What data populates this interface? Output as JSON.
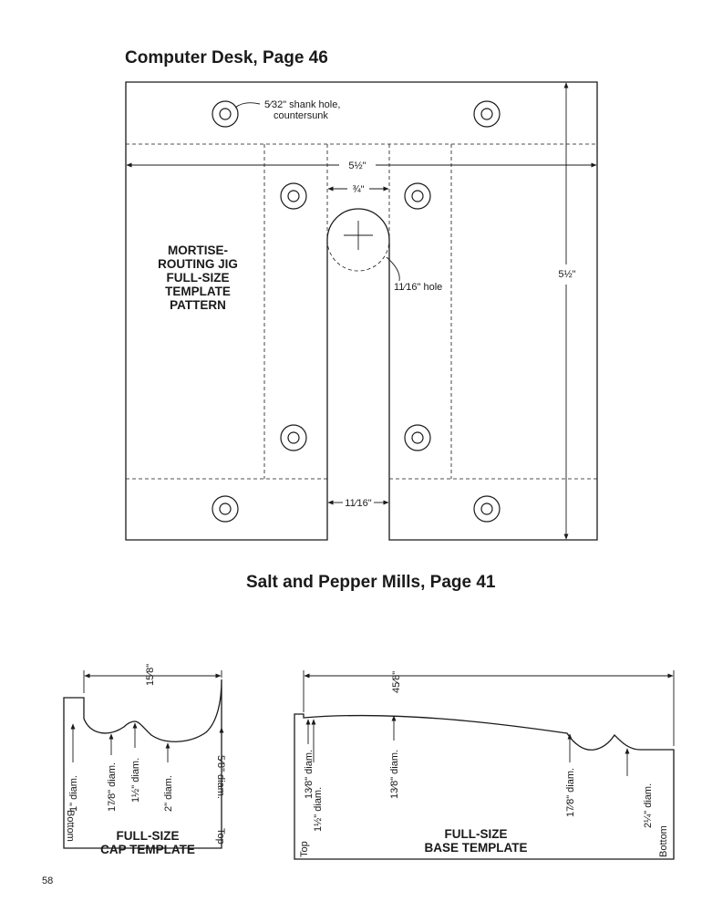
{
  "titles": {
    "desk": "Computer Desk, Page 46",
    "mills": "Salt and Pepper Mills, Page 41"
  },
  "jig": {
    "template_name": [
      "MORTISE-",
      "ROUTING JIG",
      "FULL-SIZE",
      "TEMPLATE",
      "PATTERN"
    ],
    "shank_hole": [
      "5⁄32\" shank hole,",
      "countersunk"
    ],
    "width": "5½\"",
    "height": "5½\"",
    "slot_top": "¾\"",
    "slot_bottom": "11⁄16\"",
    "hole": "11⁄16\" hole"
  },
  "cap": {
    "template_name": [
      "FULL-SIZE",
      "CAP TEMPLATE"
    ],
    "length": "15⁄8\"",
    "d1": "1\" diam.",
    "d2": "17⁄8\" diam.",
    "d3": "1½\" diam.",
    "d4": "2\" diam.",
    "d5": "5⁄8\" diam.",
    "left_end": "Bottom",
    "right_end": "Top"
  },
  "base": {
    "template_name": [
      "FULL-SIZE",
      "BASE TEMPLATE"
    ],
    "length": "45⁄8\"",
    "d1": "13⁄8\" diam.",
    "d2": "1½\" diam.",
    "d3": "13⁄8\" diam.",
    "d4": "17⁄8\" diam.",
    "d5": "2¼\" diam.",
    "left_end": "Top",
    "right_end": "Bottom"
  },
  "page_number": "58"
}
